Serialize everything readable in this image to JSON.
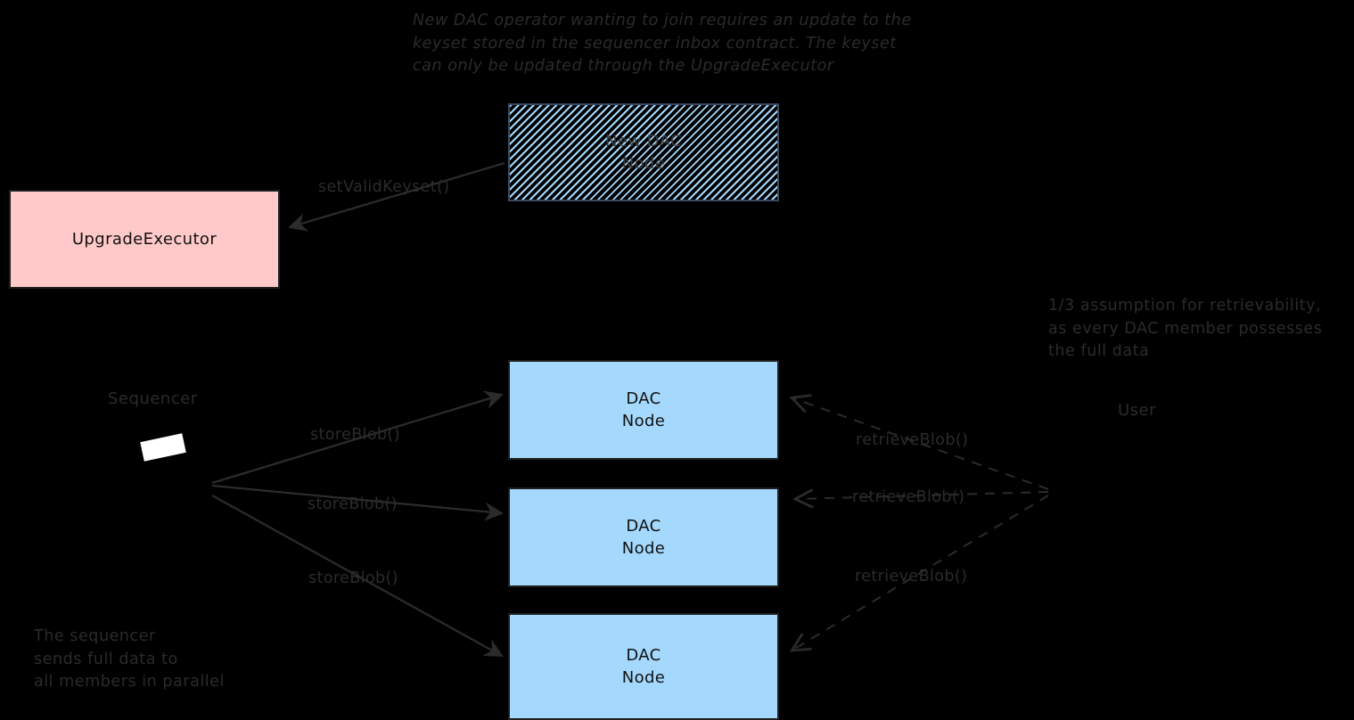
{
  "diagram": {
    "title_note": "New DAC operator wanting to join requires an update to the\nkeyset stored in the sequencer inbox contract. The keyset\ncan only be updated through the UpgradeExecutor",
    "retrievability_note": "1/3 assumption for retrievability,\nas every DAC member possesses\nthe full data",
    "sequencer_note": "The sequencer\nsends full data to\nall members in parallel",
    "nodes": {
      "new_dac_node": {
        "label": "New DAC\nNode",
        "fill": "#a5d8fd",
        "style": "hatched"
      },
      "upgrade_executor": {
        "label": "UpgradeExecutor",
        "fill": "#ffc9c9"
      },
      "dac_node_1": {
        "label": "DAC\nNode",
        "fill": "#a5d8fd"
      },
      "dac_node_2": {
        "label": "DAC\nNode",
        "fill": "#a5d8fd"
      },
      "dac_node_3": {
        "label": "DAC\nNode",
        "fill": "#a5d8fd"
      }
    },
    "actors": {
      "sequencer": "Sequencer",
      "user": "User"
    },
    "edges": {
      "set_valid_keyset": "setValidKeyset()",
      "store_blob_1": "storeBlob()",
      "store_blob_2": "storeBlob()",
      "store_blob_3": "storeBlob()",
      "retrieve_blob_1": "retrieveBlob()",
      "retrieve_blob_2": "retrieveBlob()",
      "retrieve_blob_3": "retrieveBlob()"
    },
    "colors": {
      "background": "#000000",
      "dac_fill": "#a5d8fd",
      "upgrade_fill": "#ffc9c9",
      "stroke": "#2b2b2b",
      "sequencer_glyph": "#ffffff"
    }
  }
}
